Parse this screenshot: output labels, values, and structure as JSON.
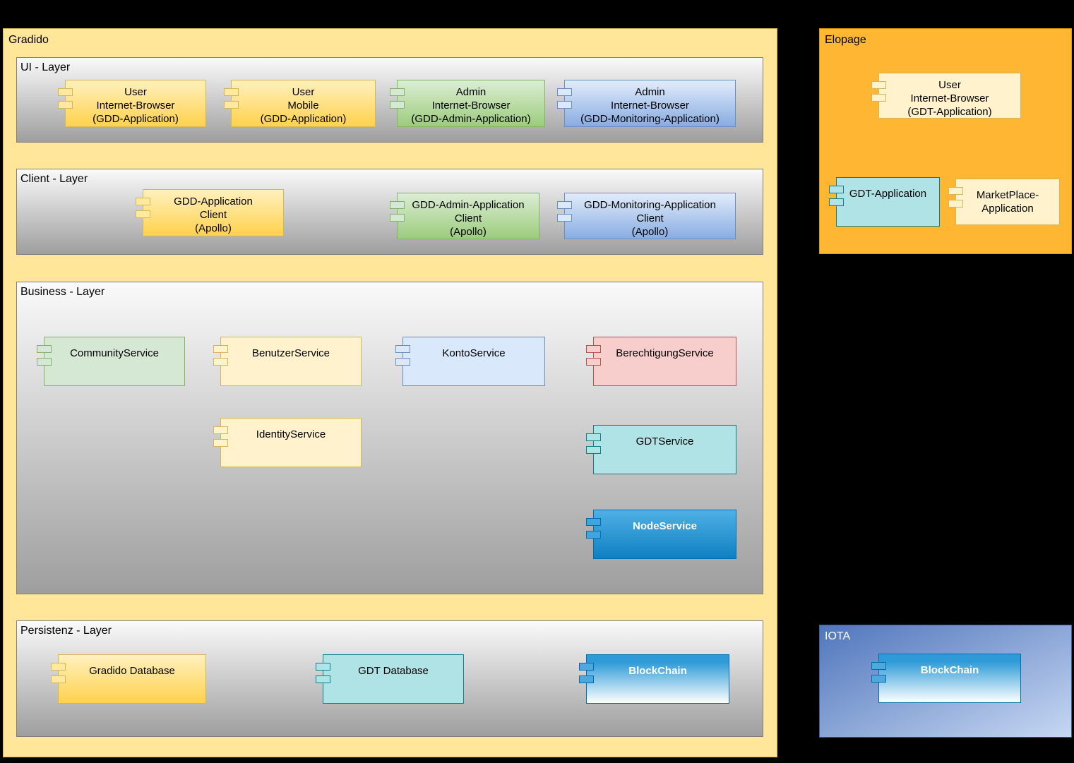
{
  "gradido": {
    "title": "Gradido",
    "ui_layer": {
      "title": "UI - Layer",
      "components": [
        {
          "label": "User\nInternet-Browser\n(GDD-Application)"
        },
        {
          "label": "User\nMobile\n(GDD-Application)"
        },
        {
          "label": "Admin\nInternet-Browser\n(GDD-Admin-Application)"
        },
        {
          "label": "Admin\nInternet-Browser\n(GDD-Monitoring-Application)"
        }
      ]
    },
    "client_layer": {
      "title": "Client - Layer",
      "components": [
        {
          "label": "GDD-Application\nClient\n(Apollo)"
        },
        {
          "label": "GDD-Admin-Application\nClient\n(Apollo)"
        },
        {
          "label": "GDD-Monitoring-Application\nClient\n(Apollo)"
        }
      ]
    },
    "business_layer": {
      "title": "Business - Layer",
      "components": [
        {
          "label": "CommunityService"
        },
        {
          "label": "BenutzerService"
        },
        {
          "label": "KontoService"
        },
        {
          "label": "BerechtigungService"
        },
        {
          "label": "IdentityService"
        },
        {
          "label": "GDTService"
        },
        {
          "label": "NodeService"
        }
      ]
    },
    "persistenz_layer": {
      "title": "Persistenz - Layer",
      "components": [
        {
          "label": "Gradido Database"
        },
        {
          "label": "GDT Database"
        },
        {
          "label": "BlockChain"
        }
      ]
    }
  },
  "elopage": {
    "title": "Elopage",
    "components": [
      {
        "label": "User\nInternet-Browser\n(GDT-Application)"
      },
      {
        "label": "GDT-Application"
      },
      {
        "label": "MarketPlace-\nApplication"
      }
    ]
  },
  "iota": {
    "title": "IOTA",
    "components": [
      {
        "label": "BlockChain"
      }
    ]
  },
  "colors": {
    "background": "#000000",
    "gradido_fill": "#FFE699",
    "elopage_fill": "#FFB733",
    "iota_fill_top": "#5076BC",
    "layer_gradient_bottom": "#9E9E9E",
    "yellow_component": "#FFD24D",
    "light_yellow_component": "#FFF2CC",
    "green_component": "#9CCC7D",
    "light_green_component": "#D5E8D4",
    "blue_component": "#88ACE1",
    "light_blue_component": "#DAE8FC",
    "pink_component": "#F8CECC",
    "teal_component": "#B0E3E6",
    "bright_blue_component": "#1E90D2"
  }
}
